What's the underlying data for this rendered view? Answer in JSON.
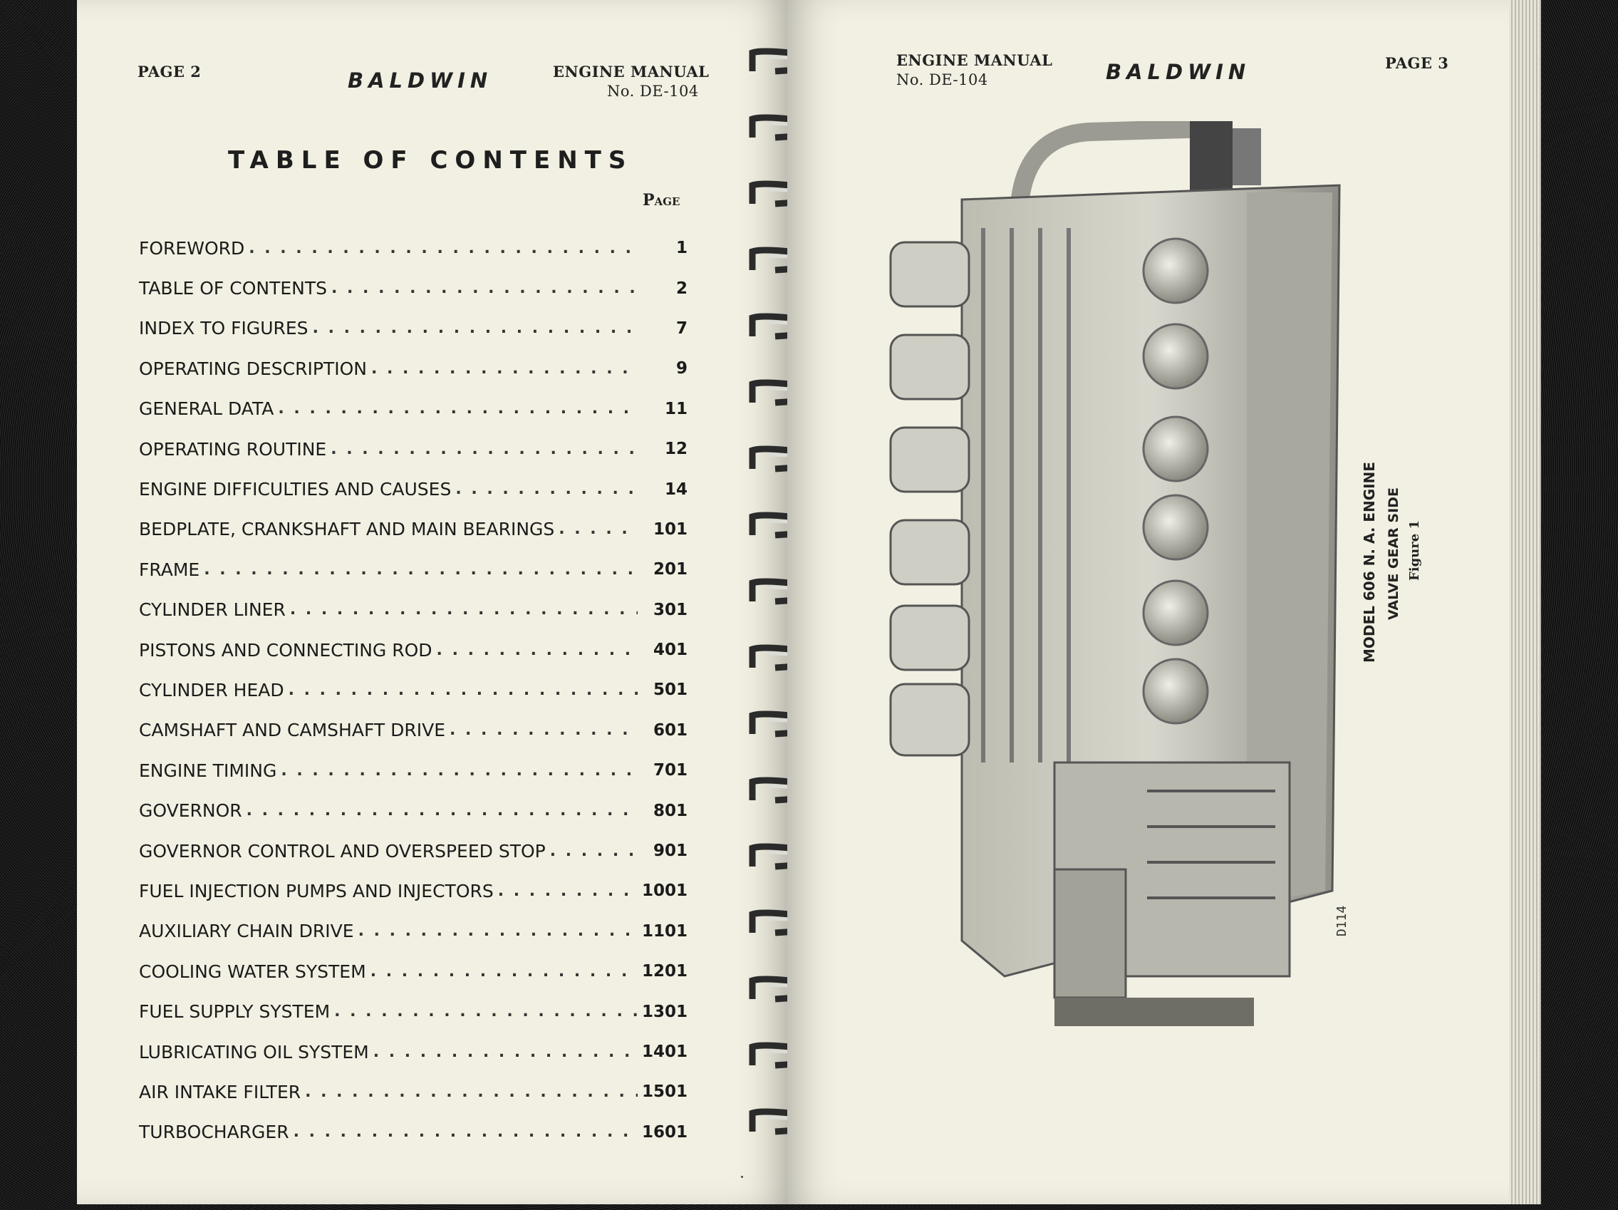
{
  "left_page": {
    "page_label": "PAGE 2",
    "brand": "BALDWIN",
    "manual_line1": "ENGINE MANUAL",
    "manual_line2": "No. DE-104",
    "title": "TABLE OF CONTENTS",
    "page_column_label": "Page",
    "toc": [
      {
        "label": "FOREWORD",
        "page": "1"
      },
      {
        "label": "TABLE OF CONTENTS",
        "page": "2"
      },
      {
        "label": "INDEX TO FIGURES",
        "page": "7"
      },
      {
        "label": "OPERATING DESCRIPTION",
        "page": "9"
      },
      {
        "label": "GENERAL DATA",
        "page": "11"
      },
      {
        "label": "OPERATING ROUTINE",
        "page": "12"
      },
      {
        "label": "ENGINE DIFFICULTIES AND CAUSES",
        "page": "14"
      },
      {
        "label": "BEDPLATE, CRANKSHAFT AND MAIN BEARINGS",
        "page": "101"
      },
      {
        "label": "FRAME",
        "page": "201"
      },
      {
        "label": "CYLINDER LINER",
        "page": "301"
      },
      {
        "label": "PISTONS AND CONNECTING ROD",
        "page": "401"
      },
      {
        "label": "CYLINDER HEAD",
        "page": "501"
      },
      {
        "label": "CAMSHAFT AND CAMSHAFT DRIVE",
        "page": "601"
      },
      {
        "label": "ENGINE TIMING",
        "page": "701"
      },
      {
        "label": "GOVERNOR",
        "page": "801"
      },
      {
        "label": "GOVERNOR CONTROL AND OVERSPEED STOP",
        "page": "901"
      },
      {
        "label": "FUEL INJECTION PUMPS AND INJECTORS",
        "page": "1001"
      },
      {
        "label": "AUXILIARY CHAIN DRIVE",
        "page": "1101"
      },
      {
        "label": "COOLING WATER SYSTEM",
        "page": "1201"
      },
      {
        "label": "FUEL SUPPLY SYSTEM",
        "page": "1301"
      },
      {
        "label": "LUBRICATING OIL SYSTEM",
        "page": "1401"
      },
      {
        "label": "AIR INTAKE FILTER",
        "page": "1501"
      },
      {
        "label": "TURBOCHARGER",
        "page": "1601"
      }
    ]
  },
  "right_page": {
    "manual_line1": "ENGINE MANUAL",
    "manual_line2": "No. DE-104",
    "brand": "BALDWIN",
    "page_label": "PAGE 3",
    "caption_line1": "MODEL 606 N. A. ENGINE",
    "caption_line2": "VALVE GEAR SIDE",
    "caption_line3": "Figure 1",
    "photo_code": "D114",
    "photo_icon": "engine-photo-icon"
  },
  "colors": {
    "paper": "#f2f0e2",
    "ink": "#1b1b1b",
    "binder": "#1a1a1a"
  }
}
